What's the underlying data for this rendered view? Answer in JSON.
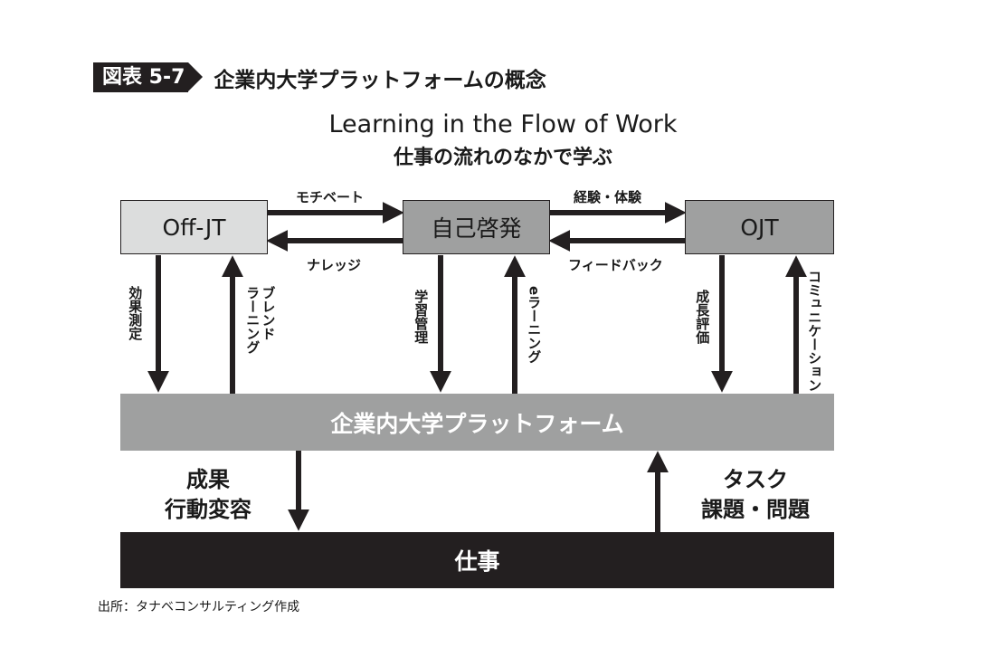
{
  "figure": {
    "number": "図表 5-7",
    "title": "企業内大学プラットフォームの概念"
  },
  "subtitle": {
    "english": "Learning in the Flow of Work",
    "japanese": "仕事の流れのなかで学ぶ"
  },
  "boxes": {
    "offjt": "Off-JT",
    "self_dev": "自己啓発",
    "ojt": "OJT",
    "platform": "企業内大学プラットフォーム",
    "work": "仕事"
  },
  "horizontal_labels": {
    "motivate": "モチベート",
    "knowledge": "ナレッジ",
    "experience": "経験・体験",
    "feedback": "フィードバック"
  },
  "vertical_labels": {
    "effect_measure": "効果測定",
    "blended_learning": [
      "ブレンド",
      "ラーニング"
    ],
    "learning_mgmt": "学習管理",
    "elearning": "eラーニング",
    "growth_eval": "成長評価",
    "communication": "コミュニケーション"
  },
  "bottom_labels": {
    "left": [
      "成果",
      "行動変容"
    ],
    "right": [
      "タスク",
      "課題・問題"
    ]
  },
  "source": "出所：タナベコンサルティング作成"
}
